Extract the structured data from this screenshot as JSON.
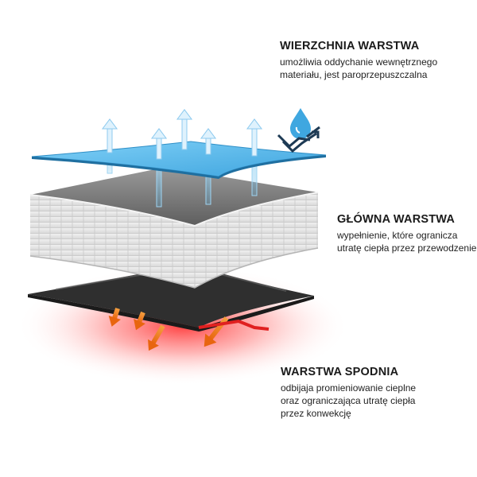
{
  "colors": {
    "top_layer": "#5ab8ea",
    "main_layer": "#e3e3e3",
    "bottom_layer": "#3c3c3c",
    "heat_glow": "#ff2a2a",
    "heat_arrow": "#f07a1e",
    "vapor_arrow": "#cfe9fb",
    "water_drop": "#3fa7e0"
  },
  "icons": {
    "breathable": "water-drop-icon",
    "vapor": "up-arrow-icon",
    "heat": "down-arrow-icon"
  },
  "layers": {
    "top": {
      "title": "WIERZCHNIA WARSTWA",
      "desc": [
        "umożliwia oddychanie wewnętrznego",
        "materiału, jest paroprzepuszczalna"
      ]
    },
    "main": {
      "title": "GŁÓWNA WARSTWA",
      "desc": [
        "wypełnienie, które ogranicza",
        "utratę ciepła przez przewodzenie"
      ]
    },
    "bottom": {
      "title": "WARSTWA SPODNIA",
      "desc": [
        "odbijaja promieniowanie cieplne",
        "oraz ograniczająca utratę ciepła",
        "przez konwekcję"
      ]
    }
  }
}
